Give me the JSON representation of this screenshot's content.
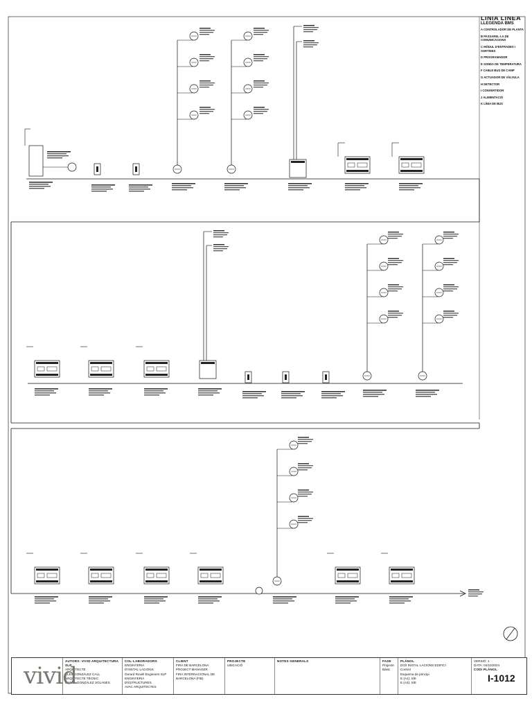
{
  "legend": {
    "title": "LINIA LINEA",
    "subtitle": "LLEGENDA BMS",
    "items": [
      "A  CONTROLADOR DE PLANTA",
      "B  PASSAREL·LA DE COMUNICACIONS",
      "C  MÒDUL D'ENTRADES I SORTIDES",
      "D  PROGRAMADOR",
      "E  SONDA DE TEMPERATURA",
      "F  CABLE BUS DE CAMP",
      "G  ACTUADOR DE VÀLVULA",
      "H  DETECTOR",
      "I  CONVERTIDOR",
      "J  ALIMENTACIÓ",
      "K  LÍNIA DE BUS"
    ]
  },
  "titleblock": {
    "logo": "vivid",
    "col1_head": "AUTORS: VIVID ARQUITECTURA SLP",
    "col1": [
      "ARQUITECTE",
      "ALEX GONZÁLEZ CALL",
      "ARQUITECTE TÈCNIC",
      "MANEL GONZÁLEZ SOLANES"
    ],
    "col2_head": "COL·LABORADORS",
    "col2": [
      "ENGINYERIA D'INSTAL·LACIONS",
      "Gerard Rovell Engineers SLP",
      "ENGINYERIA D'ESTRUCTURES",
      "AVAC ARQUITECTES"
    ],
    "col3_head": "CLIENT",
    "col3": [
      "FIRA DE BARCELONA",
      "PROJECT MANAGER",
      "FIRA INTERNACIONAL DE BARCELONA (FIB)"
    ],
    "col4_head": "PROJECTE",
    "col4": [
      "UBICACIÓ"
    ],
    "col5_head": "NOTES GENERALS",
    "col6_head": "FASE",
    "col6": [
      "Projecte",
      "Bàsic"
    ],
    "col7_head": "PLÀNOL",
    "col7": [
      "DG/I INSTAL·LACIONS EDIFICI",
      "Control",
      "Esquema de principi"
    ],
    "scale_a": "E (A1): S/E",
    "scale_b": "E (A3): S/E",
    "version": "VERSIÓ: 1",
    "date": "DATA: 04/10/2024",
    "plan_code_label": "CODI PLÀNOL",
    "plan_number": "I-1012"
  }
}
